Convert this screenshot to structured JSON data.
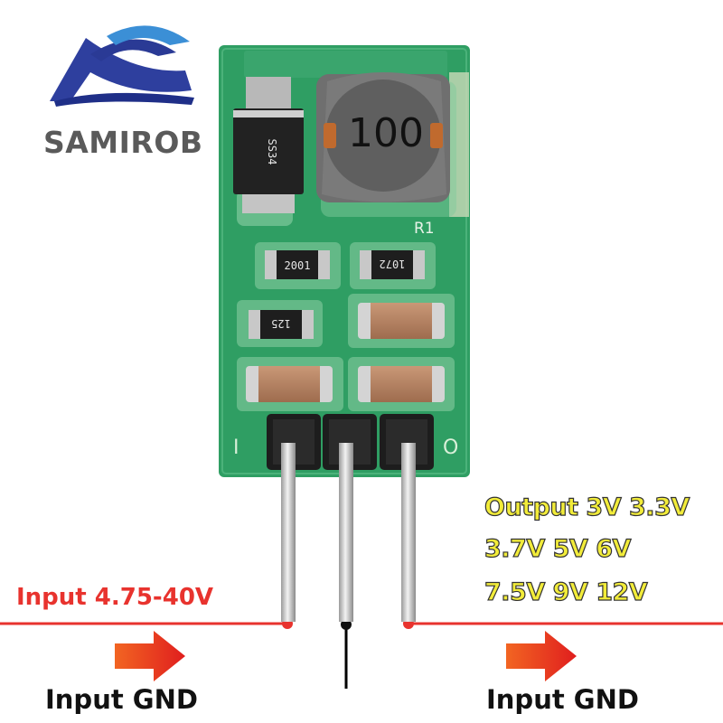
{
  "brand": {
    "name": "SAMIROB",
    "color_text": "#5a5a5a",
    "color_blue_dark": "#2e3f9e",
    "color_blue_light": "#3b8fd6"
  },
  "board": {
    "pcb_color": "#2f9e63",
    "inductor_label": "100",
    "diode_label": "SS34",
    "resistor_labels": [
      "2001",
      "1072",
      "125"
    ],
    "silkscreen_label": "R1",
    "edge_letters": [
      "I",
      "O"
    ]
  },
  "labels": {
    "output_lines": [
      "Output 3V 3.3V",
      "3.7V 5V 6V",
      "7.5V 9V 12V"
    ],
    "output_color": "#f2ec3a",
    "input_voltage": "Input 4.75-40V",
    "input_color": "#e8332e",
    "gnd_left": "Input GND",
    "gnd_right": "Input GND"
  },
  "wiring": {
    "line_color": "#e8332e",
    "gnd_line_color": "#000000",
    "arrow_color": "#ee4a1f",
    "arrow-icon": "arrow-right-icon"
  }
}
